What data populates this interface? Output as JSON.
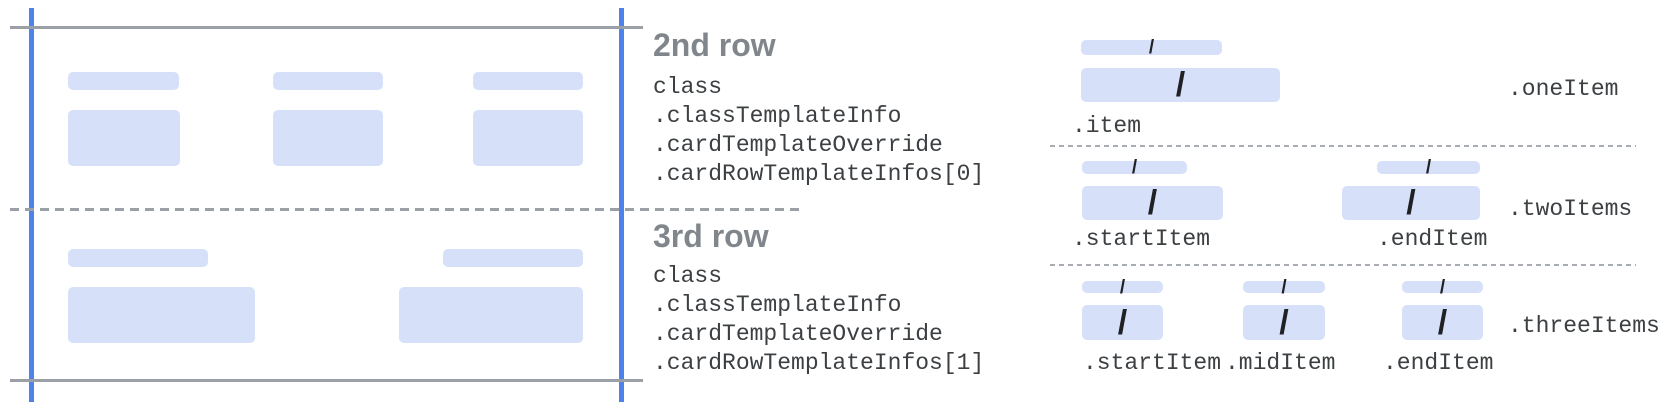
{
  "diagram": {
    "slash": "/",
    "card_rows": [
      {
        "title": "2nd row",
        "code": [
          "class",
          ".classTemplateInfo",
          ".cardTemplateOverride",
          ".cardRowTemplateInfos[0]"
        ]
      },
      {
        "title": "3rd row",
        "code": [
          "class",
          ".classTemplateInfo",
          ".cardTemplateOverride",
          ".cardRowTemplateInfos[1]"
        ]
      }
    ],
    "item_layouts": [
      {
        "name": ".oneItem",
        "item_labels": [
          ".item"
        ]
      },
      {
        "name": ".twoItems",
        "item_labels": [
          ".startItem",
          ".endItem"
        ]
      },
      {
        "name": ".threeItems",
        "item_labels": [
          ".startItem",
          ".midItem",
          ".endItem"
        ]
      }
    ]
  },
  "colors": {
    "placeholder_blue": "#d6e1f9",
    "guide_blue": "#4d82ea",
    "line_gray": "#9aa0a6",
    "heading_gray": "#80868b",
    "code_text": "#3c4043",
    "slash_dark": "#202124"
  }
}
